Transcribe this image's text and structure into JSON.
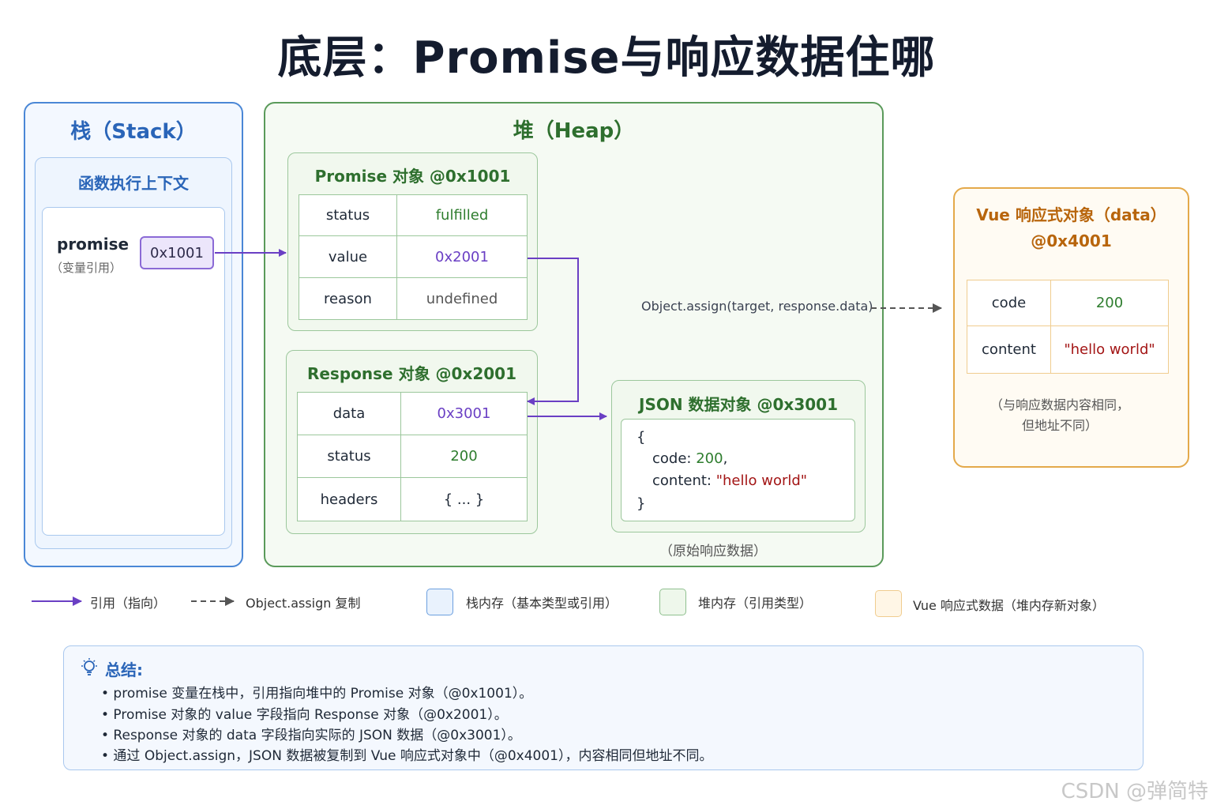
{
  "title": "底层：Promise与响应数据住哪",
  "stack": {
    "title": "栈（Stack）",
    "context_title": "函数执行上下文",
    "var_name": "promise",
    "var_sub": "（变量引用）",
    "var_value": "0x1001"
  },
  "heap": {
    "title": "堆（Heap）",
    "promise_obj": {
      "title": "Promise 对象  @0x1001",
      "rows": [
        {
          "key": "status",
          "value": "fulfilled"
        },
        {
          "key": "value",
          "value": "0x2001"
        },
        {
          "key": "reason",
          "value": "undefined"
        }
      ]
    },
    "response_obj": {
      "title": "Response 对象  @0x2001",
      "rows": [
        {
          "key": "data",
          "value": "0x3001"
        },
        {
          "key": "status",
          "value": "200"
        },
        {
          "key": "headers",
          "value": "{ ... }"
        }
      ]
    },
    "json_obj": {
      "title": "JSON 数据对象  @0x3001",
      "open": "{",
      "code_key": "code:",
      "code_val": "200",
      "content_key": "content:",
      "content_val": "\"hello world\"",
      "close": "}",
      "caption": "（原始响应数据）"
    }
  },
  "assign_label": "Object.assign(target, response.data)",
  "vue": {
    "title_line1": "Vue 响应式对象（data）",
    "title_line2": "@0x4001",
    "rows": [
      {
        "key": "code",
        "value": "200"
      },
      {
        "key": "content",
        "value": "\"hello world\""
      }
    ],
    "note_line1": "（与响应数据内容相同，",
    "note_line2": "但地址不同）"
  },
  "legend": {
    "ref": "引用（指向）",
    "assign": "Object.assign 复制",
    "stack_mem": "栈内存（基本类型或引用）",
    "heap_mem": "堆内存（引用类型）",
    "vue_mem": "Vue 响应式数据（堆内存新对象）"
  },
  "summary": {
    "title": "总结:",
    "lines": [
      "• promise 变量在栈中，引用指向堆中的 Promise 对象（@0x1001）。",
      "• Promise 对象的 value 字段指向 Response 对象（@0x2001）。",
      "• Response 对象的 data 字段指向实际的 JSON 数据（@0x3001）。",
      "• 通过 Object.assign，JSON 数据被复制到 Vue 响应式对象中（@0x4001），内容相同但地址不同。"
    ]
  },
  "watermark": "CSDN @弹简特",
  "colors": {
    "stack": "#4a87d6",
    "heap": "#5a9a5a",
    "vue": "#e4a94a",
    "ref_arrow": "#6a3fc4",
    "assign_arrow": "#555555"
  }
}
